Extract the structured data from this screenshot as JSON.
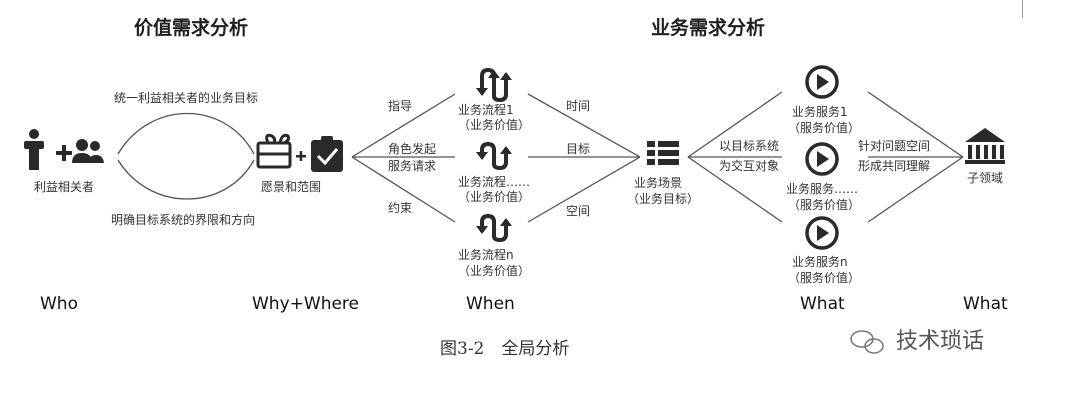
{
  "titles": {
    "left": "价值需求分析",
    "right": "业务需求分析"
  },
  "nodes": {
    "stakeholders": "利益相关者",
    "vision_scope": "愿景和范围",
    "scene": [
      "业务场景",
      "（业务目标）"
    ],
    "subdomain": "子领域",
    "process1": [
      "业务流程1",
      "（业务价值）"
    ],
    "process_dots": [
      "业务流程……",
      "（业务价值）"
    ],
    "process_n": [
      "业务流程n",
      "（业务价值）"
    ],
    "service1": [
      "业务服务1",
      "（服务价值）"
    ],
    "service_dots": [
      "业务服务……",
      "（服务价值）"
    ],
    "service_n": [
      "业务服务n",
      "（服务价值）"
    ]
  },
  "edges": {
    "top_arc": "统一利益相关者的业务目标",
    "bottom_arc": "明确目标系统的界限和方向",
    "guide": "指导",
    "role_start": [
      "角色发起",
      "服务请求"
    ],
    "constraint": "约束",
    "time": "时间",
    "goal": "目标",
    "space": "空间",
    "target_system": [
      "以目标系统",
      "为交互对象"
    ],
    "shared_understanding": [
      "针对问题空间",
      "形成共同理解"
    ]
  },
  "questions": {
    "who": "Who",
    "why_where": "Why+Where",
    "when": "When",
    "what1": "What",
    "what2": "What"
  },
  "caption": "图3-2　全局分析",
  "watermark": "技术琐话",
  "icons": [
    "person-icon",
    "plus-icon",
    "group-icon",
    "gift-box-icon",
    "clipboard-check-icon",
    "swap-arrows-icon",
    "list-icon",
    "play-circle-icon",
    "bank-icon",
    "wechat-icon"
  ]
}
